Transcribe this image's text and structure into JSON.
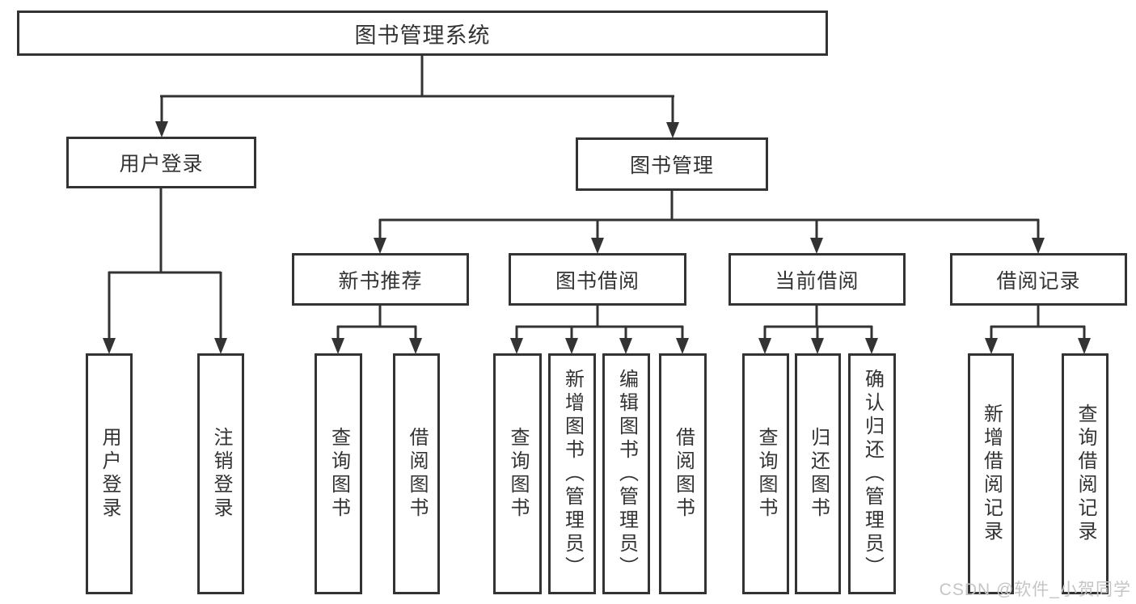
{
  "colors": {
    "line": "#333333",
    "text": "#333333",
    "box_background": "#ffffff",
    "page_background": "#ffffff",
    "watermark": "#c5c5c5"
  },
  "watermark": "CSDN @软件_小贺同学",
  "tree": {
    "label": "图书管理系统",
    "children": [
      {
        "label": "用户登录",
        "children": [
          {
            "label": "用户登录"
          },
          {
            "label": "注销登录"
          }
        ]
      },
      {
        "label": "图书管理",
        "children": [
          {
            "label": "新书推荐",
            "children": [
              {
                "label": "查询图书"
              },
              {
                "label": "借阅图书"
              }
            ]
          },
          {
            "label": "图书借阅",
            "children": [
              {
                "label": "查询图书"
              },
              {
                "label": "新增图书（管理员）"
              },
              {
                "label": "编辑图书（管理员）"
              },
              {
                "label": "借阅图书"
              }
            ]
          },
          {
            "label": "当前借阅",
            "children": [
              {
                "label": "查询图书"
              },
              {
                "label": "归还图书"
              },
              {
                "label": "确认归还（管理员）"
              }
            ]
          },
          {
            "label": "借阅记录",
            "children": [
              {
                "label": "新增借阅记录"
              },
              {
                "label": "查询借阅记录"
              }
            ]
          }
        ]
      }
    ]
  }
}
